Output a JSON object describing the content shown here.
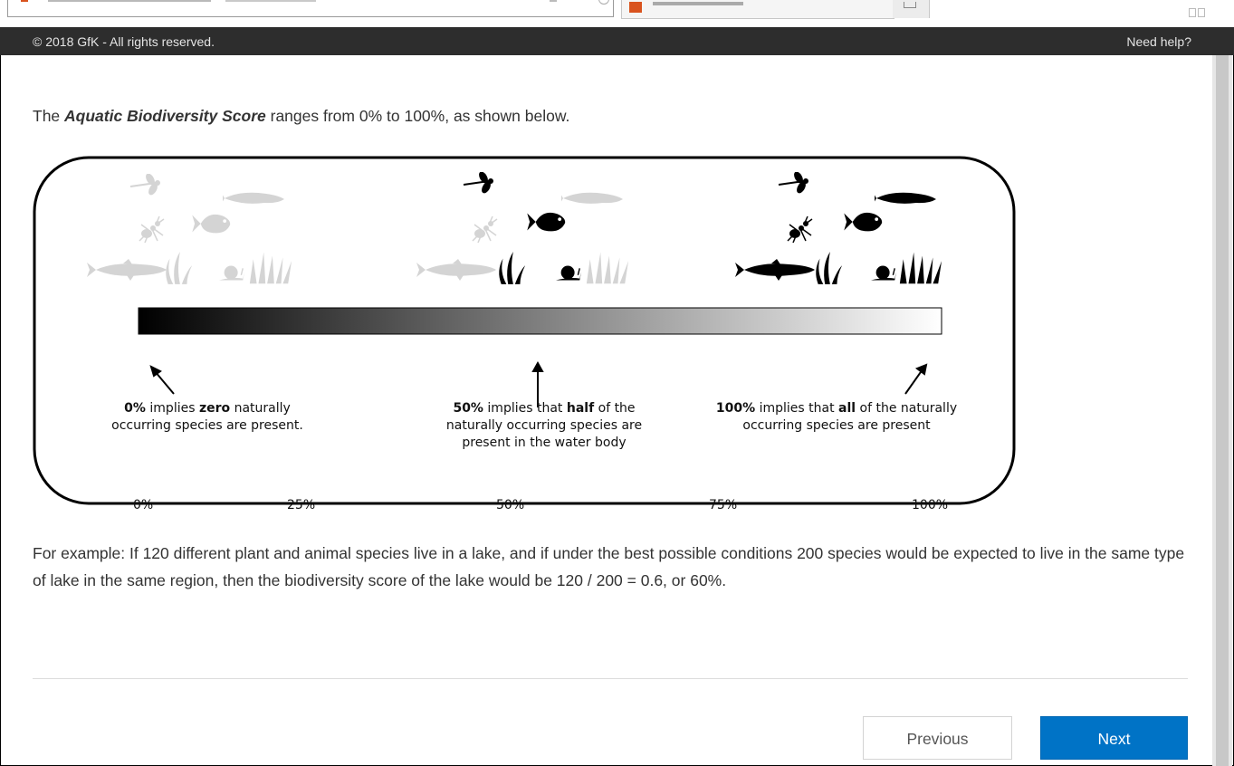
{
  "footer": {
    "copyright": "© 2018 GfK - All rights reserved.",
    "help_link": "Need help?"
  },
  "intro": {
    "prefix": "The ",
    "term": "Aquatic Biodiversity Score",
    "suffix": " ranges from 0% to 100%, as shown below."
  },
  "figure": {
    "ticks": [
      "0%",
      "25%",
      "50%",
      "75%",
      "100%"
    ],
    "notes": {
      "zero_bold_pct": "0%",
      "zero_text1": " implies ",
      "zero_bold_word": "zero",
      "zero_text2": " naturally",
      "zero_line2": "occurring species are present.",
      "half_bold_pct": "50%",
      "half_text1": " implies that ",
      "half_bold_word": "half",
      "half_text2": " of the",
      "half_line2": "naturally occurring species are",
      "half_line3": "present in the water body",
      "full_bold_pct": "100%",
      "full_text1": " implies that ",
      "full_bold_word": "all",
      "full_text2": " of the naturally",
      "full_line2": "occurring species are present"
    },
    "species_icons": [
      "dragonfly-icon",
      "fish-icon",
      "ant-icon",
      "tropical-fish-icon",
      "pike-icon",
      "seaweed-icon",
      "snail-icon",
      "grass-icon"
    ]
  },
  "example": "For example: If 120 different plant and animal species live in a lake, and if under the best possible conditions 200 species would be expected to live in the same type of lake in the same region, then the biodiversity score of the lake would be 120 / 200 = 0.6, or 60%.",
  "nav": {
    "previous": "Previous",
    "next": "Next"
  }
}
